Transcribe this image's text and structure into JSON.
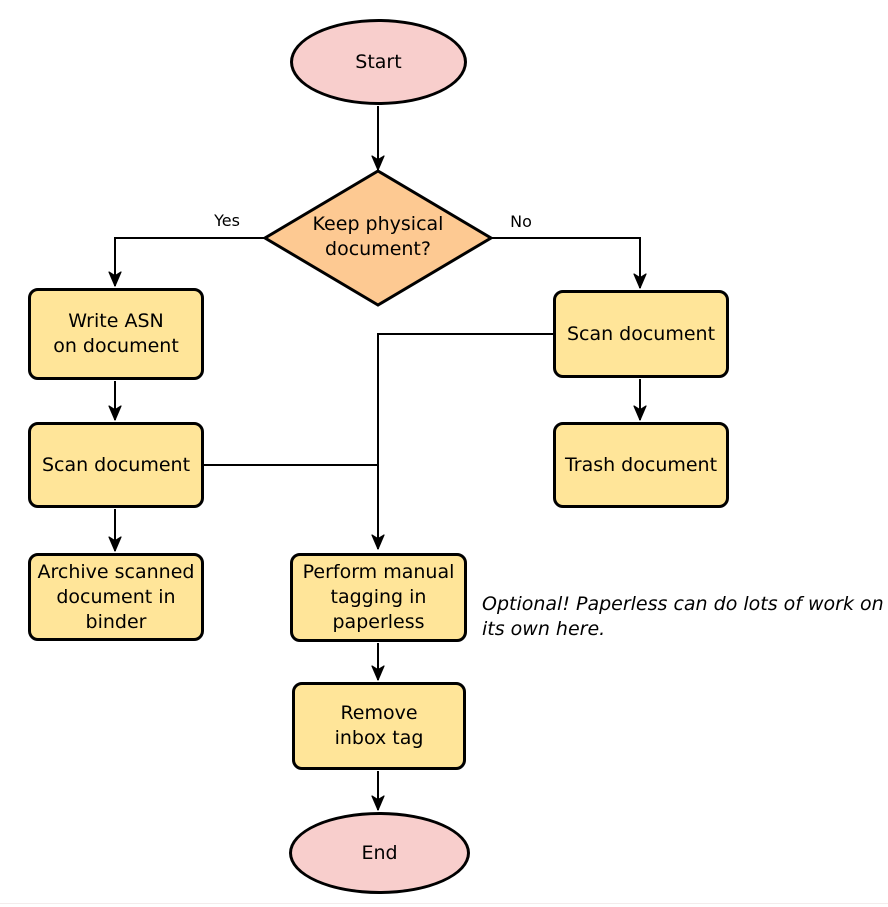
{
  "colors": {
    "terminator_fill": "#f8cecc",
    "decision_fill": "#fdc992",
    "process_fill": "#ffe599",
    "stroke": "#000000",
    "text": "#000000",
    "page_edge": "#f3ecec"
  },
  "nodes": {
    "start": {
      "type": "terminator",
      "label": "Start"
    },
    "decision": {
      "type": "decision",
      "label": "Keep physical\ndocument?"
    },
    "write_asn": {
      "type": "process",
      "label": "Write ASN\non document"
    },
    "scan_left": {
      "type": "process",
      "label": "Scan document"
    },
    "archive": {
      "type": "process",
      "label": "Archive scanned\ndocument in\nbinder"
    },
    "scan_right": {
      "type": "process",
      "label": "Scan document"
    },
    "trash": {
      "type": "process",
      "label": "Trash document"
    },
    "tagging": {
      "type": "process",
      "label": "Perform manual\ntagging in\npaperless"
    },
    "remove_tag": {
      "type": "process",
      "label": "Remove\ninbox tag"
    },
    "end": {
      "type": "terminator",
      "label": "End"
    }
  },
  "edges": [
    {
      "from": "start",
      "to": "decision",
      "label": ""
    },
    {
      "from": "decision",
      "to": "write_asn",
      "label": "Yes"
    },
    {
      "from": "decision",
      "to": "scan_right",
      "label": "No"
    },
    {
      "from": "write_asn",
      "to": "scan_left",
      "label": ""
    },
    {
      "from": "scan_left",
      "to": "archive",
      "label": ""
    },
    {
      "from": "scan_right",
      "to": "trash",
      "label": ""
    },
    {
      "from": "scan_right",
      "to": "tagging",
      "label": ""
    },
    {
      "from": "scan_left",
      "to": "tagging",
      "label": ""
    },
    {
      "from": "tagging",
      "to": "remove_tag",
      "label": ""
    },
    {
      "from": "remove_tag",
      "to": "end",
      "label": ""
    }
  ],
  "annotation": {
    "text": "Optional! Paperless can do lots of work on\nits own here."
  }
}
